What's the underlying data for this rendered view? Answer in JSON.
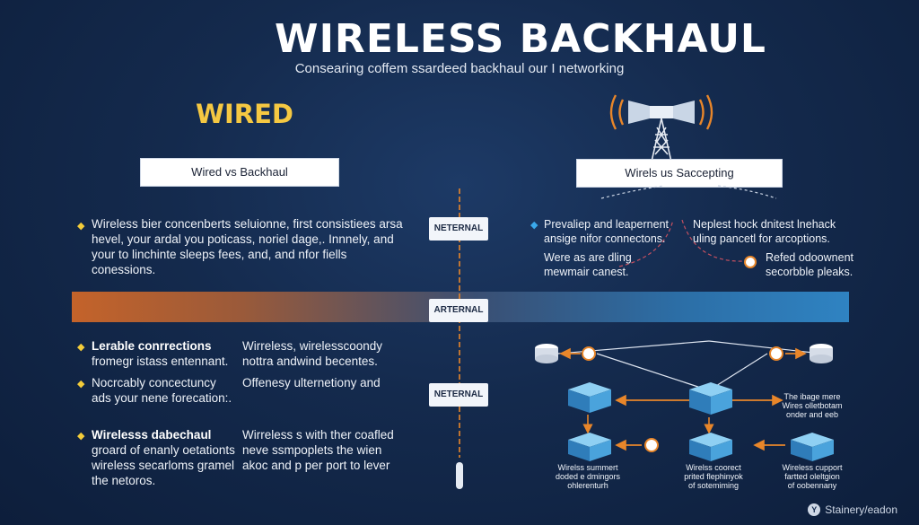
{
  "header": {
    "title": "WIRELESS BACKHAUL",
    "subtitle": "Consearing coffem ssardeed backhaul our I networking"
  },
  "left": {
    "heading": "WIRED",
    "box_label": "Wired vs Backhaul",
    "top_bullet": [
      "Wireless bier concenberts seluionne, first consistiees arsa",
      "hevel, your ardal you poticass, noriel dage,. Innnely, and",
      "your to linchinte sleeps fees, and, and nfor fiells",
      "conessions."
    ],
    "rows": [
      {
        "title": "Lerable conrrections",
        "lines": [
          "fromegr istass entennant."
        ],
        "right": [
          "Wirreless, wirelesscoondy",
          "nottra andwind becentes."
        ]
      },
      {
        "title": "Nocrcably concectuncy",
        "lines": [
          "ads your nene forecation:."
        ],
        "right": [
          "Offenesy ulternetiony and"
        ]
      },
      {
        "title": "Wirelesss dabechaul",
        "lines": [
          "groard of enanly oetationts",
          "wireless secarloms gramel",
          "the netoros."
        ],
        "right": [
          "Wirreless s with ther coafled",
          "neve ssmpoplets the wien",
          "akoc and p per port to lever"
        ]
      }
    ]
  },
  "center": {
    "tags": [
      "NETERNAL",
      "ARTERNAL",
      "NETERNAL"
    ]
  },
  "right": {
    "box_label": "Wirels us Saccepting",
    "note_left": [
      "Prevaliep and leapernent",
      "ansige nifor connectons."
    ],
    "note_right": [
      "Neplest hock dnitest lnehack",
      "uling pancetl for arcoptions."
    ],
    "note_small_left": [
      "Were as are dling",
      "mewmair canest."
    ],
    "note_small_right": [
      "Refed odoownent",
      "secorbble pleaks."
    ],
    "diagram_caption_side": [
      "The ibage mere",
      "Wires olletbotam",
      "onder and eeb"
    ],
    "node_captions": [
      [
        "Wirelss summert",
        "doded e dmingors",
        "ohlerenturh"
      ],
      [
        "Wirelss coorect",
        "prited flephinyok",
        "of sotemiming"
      ],
      [
        "Wireless cupport",
        "fartted oleltgion",
        "of oobennany"
      ]
    ]
  },
  "footer": {
    "logo_text": "Stainery/eadon"
  },
  "colors": {
    "accent_orange": "#e8862a",
    "accent_yellow": "#f5c842",
    "accent_blue": "#3aa8ea",
    "node_blue": "#4aa3dc"
  }
}
